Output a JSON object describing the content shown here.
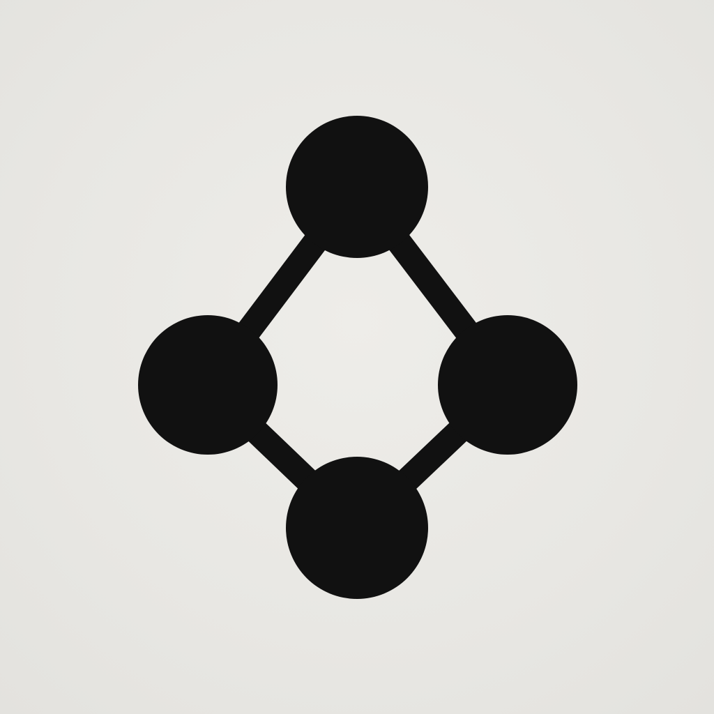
{
  "icon": {
    "name": "network-graph-icon",
    "colors": {
      "background": "#e9e8e4",
      "foreground": "#111111"
    },
    "nodes": [
      {
        "id": "top"
      },
      {
        "id": "left"
      },
      {
        "id": "right"
      },
      {
        "id": "bottom"
      }
    ],
    "edges": [
      {
        "from": "top",
        "to": "left"
      },
      {
        "from": "top",
        "to": "right"
      },
      {
        "from": "left",
        "to": "bottom"
      },
      {
        "from": "right",
        "to": "bottom"
      }
    ]
  }
}
